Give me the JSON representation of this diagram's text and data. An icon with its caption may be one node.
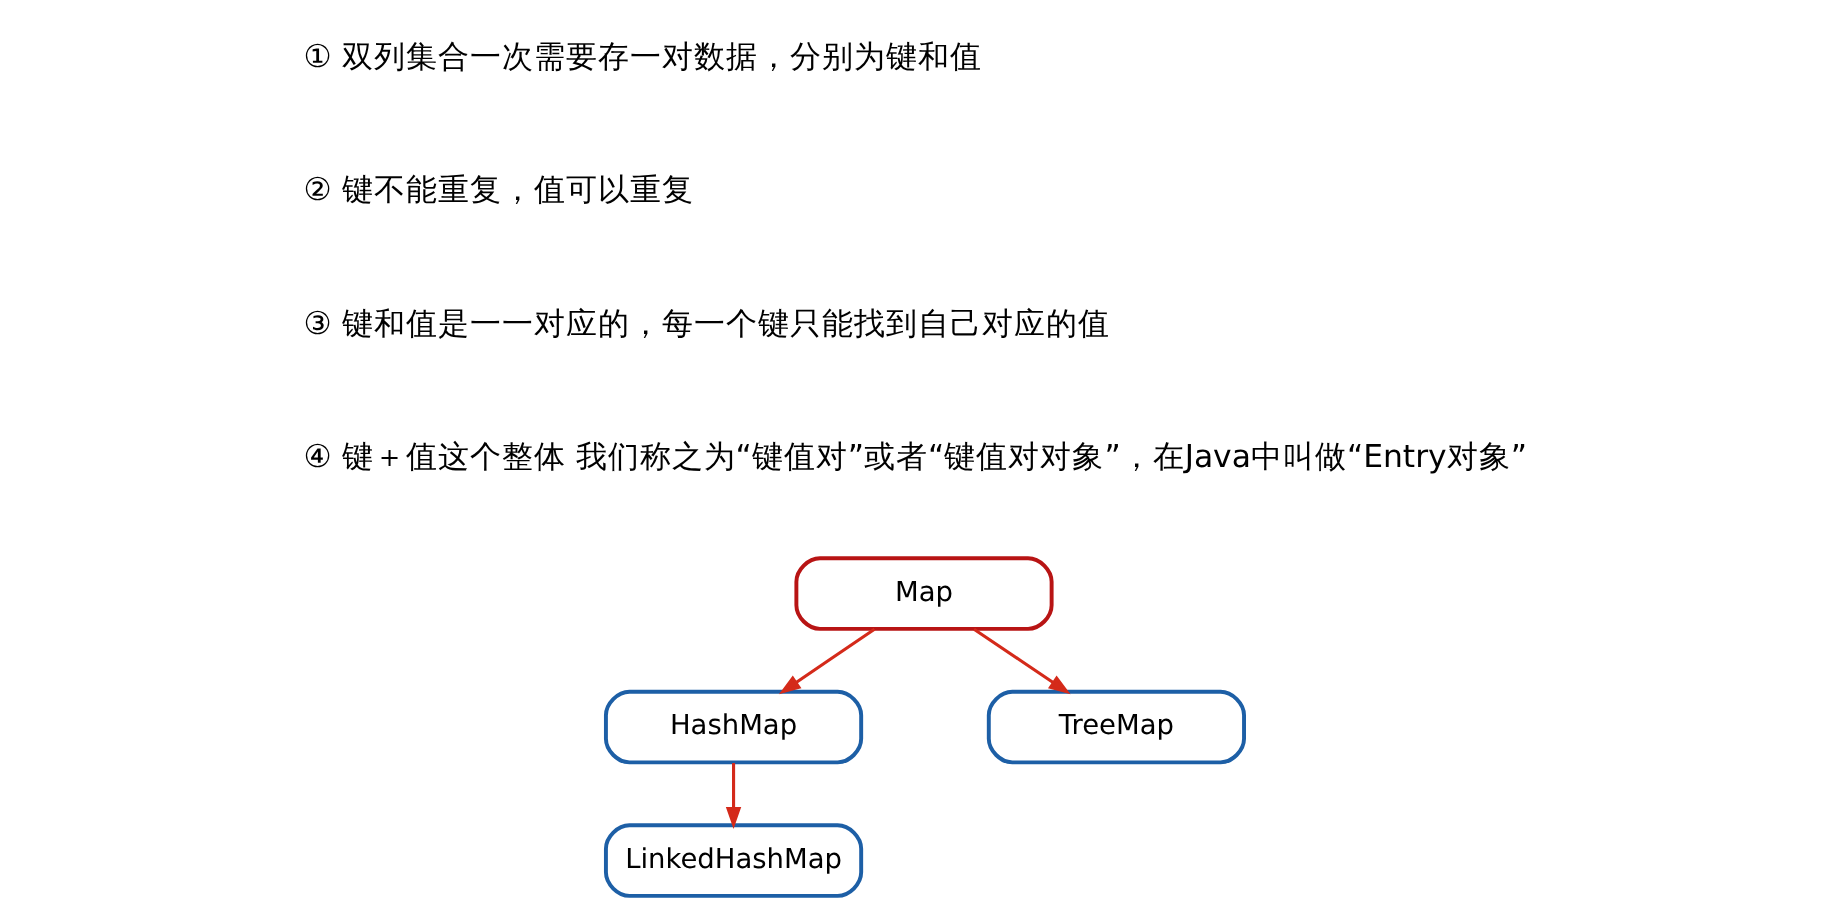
{
  "diagram": {
    "nodes": [
      {
        "text": [
          "Map"
        ]
      },
      {
        "text": [
          "HashMap"
        ]
      },
      {
        "text": [
          "TreeMap"
        ]
      },
      {
        "text": [
          "LinkedHashMap"
        ]
      }
    ],
    "edges": [
      {
        "from": 0,
        "to": 1,
        "arrow": "to"
      },
      {
        "from": 0,
        "to": 2,
        "arrow": "to"
      },
      {
        "from": 1,
        "to": 3,
        "arrow": "to"
      }
    ],
    "labels": [
      "① 双列集合一次需要存一对数据，分别为键和值",
      "② 键不能重复，值可以重复",
      "③ 键和值是一一对应的，每一个键只能找到自己对应的值",
      "④ 键＋值这个整体 我们称之为“键值对”或者“键值对对象”，在Java中叫做“Entry对象”"
    ]
  }
}
